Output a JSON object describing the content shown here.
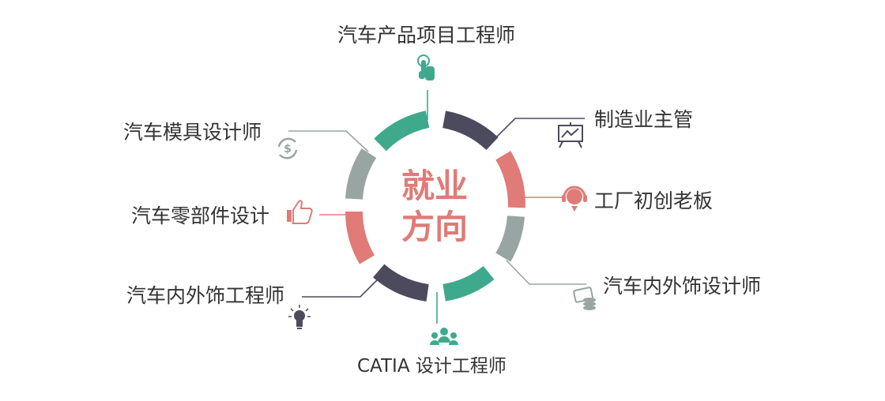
{
  "center": {
    "line1": "就业",
    "line2": "方向"
  },
  "colors": {
    "teal": "#3fa98d",
    "navy": "#4c4b5e",
    "coral": "#e07b78",
    "gray": "#98a5a3",
    "lines_dark": "#4c4b5e"
  },
  "roles": [
    {
      "label": "汽车产品项目工程师",
      "icon": "hand-tap-icon"
    },
    {
      "label": "制造业主管",
      "icon": "presentation-board-icon"
    },
    {
      "label": "工厂初创老板",
      "icon": "headset-icon"
    },
    {
      "label": "汽车内外饰设计师",
      "icon": "cash-coins-icon"
    },
    {
      "label": "CATIA 设计工程师",
      "icon": "team-people-icon"
    },
    {
      "label": "汽车内外饰工程师",
      "icon": "lightbulb-icon"
    },
    {
      "label": "汽车零部件设计",
      "icon": "thumbs-up-icon"
    },
    {
      "label": "汽车模具设计师",
      "icon": "dollar-cycle-icon"
    }
  ]
}
